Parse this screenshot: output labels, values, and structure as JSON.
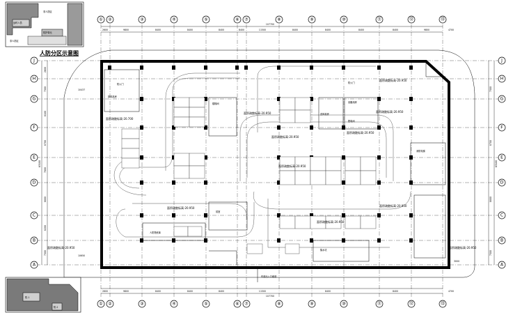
{
  "drawing": {
    "title": "人防分区示意图"
  },
  "axes": {
    "vertical": [
      "①",
      "②",
      "③",
      "④",
      "⑤",
      "⑥",
      "⑦",
      "⑧",
      "⑨",
      "⑩",
      "⑪",
      "⑫",
      "⑬"
    ],
    "horizontal": [
      "J",
      "H",
      "G",
      "F",
      "E",
      "D",
      "C",
      "B",
      "A"
    ]
  },
  "dimensions": {
    "top_total": "107700",
    "bottom_total": "107700",
    "top_segments": [
      "2600",
      "9800",
      "8400",
      "8400",
      "8400",
      "8400",
      "11500",
      "8400",
      "8400",
      "8400",
      "8400",
      "9800",
      "4700"
    ],
    "left_total": "63100",
    "right_total": "63100",
    "left_segments": [
      "2600",
      "7500",
      "8100",
      "8700",
      "7800",
      "8800",
      "8200",
      "7500"
    ],
    "side_notes": [
      "10437",
      "10650",
      "3000"
    ]
  },
  "elevation_labels": [
    "面积疏散标高-20.700",
    "面积疏散标高-20.950",
    "面积疏散标高-20.950",
    "面积疏散标高-20.950",
    "面积疏散标高-20.950",
    "面积疏散标高-20.950",
    "面积疏散标高-20.950",
    "面积疏散标高-20.950",
    "面积疏散标高-20.950",
    "面积疏散标高-20.950"
  ],
  "room_labels": [
    "防火门",
    "排风机房",
    "送风机房",
    "楼梯间",
    "前室",
    "集水坑",
    "设备用房",
    "消防电梯",
    "配电间",
    "人防物资库"
  ],
  "legend_top": {
    "labels": [
      "非人防区",
      "战时人员",
      "防护单元",
      "非人防区"
    ]
  },
  "legend_bottom": {
    "labels": [
      "防-1",
      "防-2"
    ]
  },
  "bottom_note": "车道出入口坡道"
}
